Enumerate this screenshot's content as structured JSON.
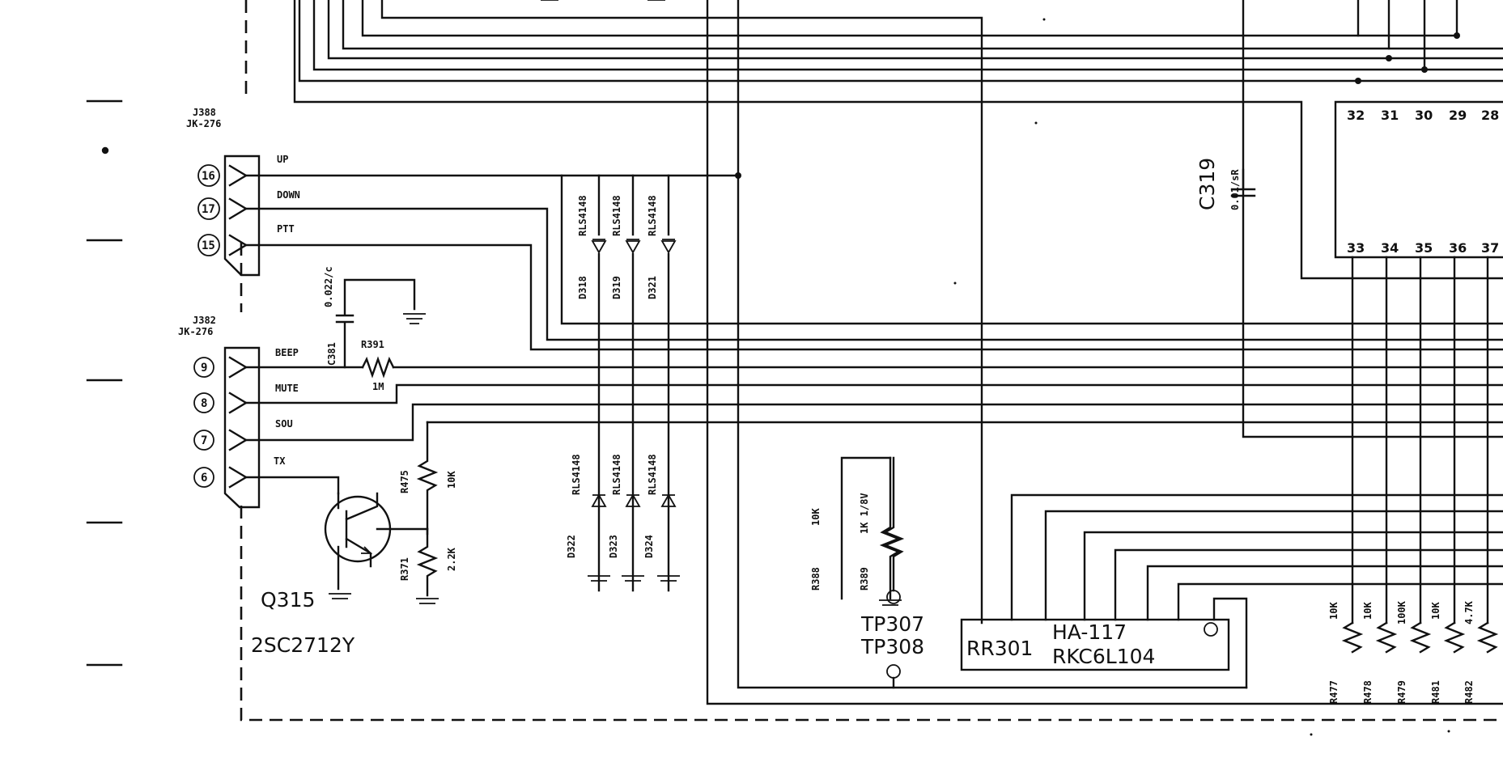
{
  "connectors": {
    "j388": {
      "ref": "J388",
      "type": "JK-276",
      "pins": [
        {
          "num": "16",
          "signal": "UP"
        },
        {
          "num": "17",
          "signal": "DOWN"
        },
        {
          "num": "15",
          "signal": "PTT"
        }
      ]
    },
    "j382": {
      "ref": "J382",
      "type": "JK-276",
      "pins": [
        {
          "num": "9",
          "signal": "BEEP"
        },
        {
          "num": "8",
          "signal": "MUTE"
        },
        {
          "num": "7",
          "signal": "SOU"
        },
        {
          "num": "6",
          "signal": "TX"
        }
      ]
    }
  },
  "parts": {
    "c381": {
      "ref": "C381",
      "value": "0.022/c"
    },
    "r391": {
      "ref": "R391",
      "value": "1M"
    },
    "r475": {
      "ref": "R475",
      "value": "10K"
    },
    "r371": {
      "ref": "R371",
      "value": "2.2K"
    },
    "q315": {
      "ref": "Q315",
      "type": "2SC2712Y"
    },
    "diodes_top": [
      {
        "ref": "D318",
        "type": "RLS4148"
      },
      {
        "ref": "D319",
        "type": "RLS4148"
      },
      {
        "ref": "D321",
        "type": "RLS4148"
      }
    ],
    "diodes_bottom": [
      {
        "ref": "D322",
        "type": "RLS4148"
      },
      {
        "ref": "D323",
        "type": "RLS4148"
      },
      {
        "ref": "D324",
        "type": "RLS4148"
      }
    ],
    "c319": {
      "ref": "C319",
      "value": "0.01/sR"
    },
    "r388": {
      "ref": "R388",
      "value": "10K"
    },
    "r389": {
      "ref": "R389",
      "value": "1K 1/8V"
    },
    "tp307": {
      "ref": "TP307"
    },
    "tp308": {
      "ref": "TP308"
    },
    "rr301": {
      "ref": "RR301",
      "type": "HA-117",
      "part": "RKC6L104"
    },
    "resistor_bank": [
      {
        "ref": "R477",
        "value": "10K"
      },
      {
        "ref": "R478",
        "value": "10K"
      },
      {
        "ref": "R479",
        "value": "100K"
      },
      {
        "ref": "R481",
        "value": "10K"
      },
      {
        "ref": "R482",
        "value": "4.7K"
      }
    ]
  },
  "ic": {
    "pins_top": [
      "32",
      "31",
      "30",
      "29",
      "28"
    ],
    "pins_bottom": [
      "33",
      "34",
      "35",
      "36",
      "37"
    ]
  }
}
